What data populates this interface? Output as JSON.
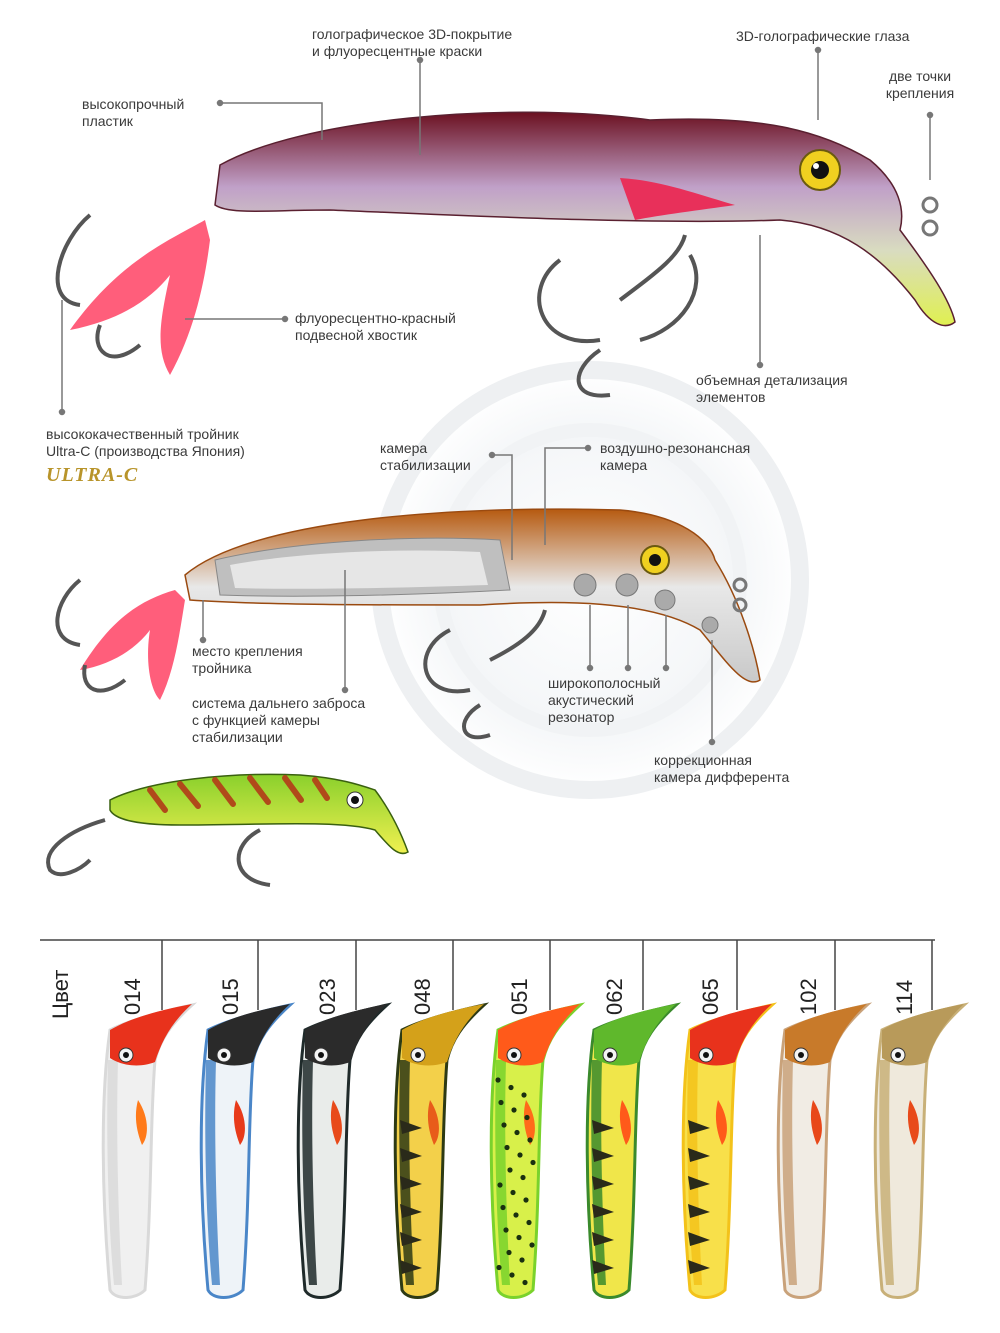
{
  "labels": {
    "holo_coat": "голографическое  3D-покрытие\nи флуоресцентные краски",
    "holo_eyes": "3D-голографические глаза",
    "two_points": "две точки\nкрепления",
    "strong_plastic": "высокопрочный\nпластик",
    "red_tail": "флуоресцентно-красный\nподвесной хвостик",
    "detail": "объемная детализация\nэлементов",
    "treble_hook": "высококачественный тройник\nUltra-C (производства Япония)",
    "stab_chamber": "камера\nстабилизации",
    "air_chamber": "воздушно-резонансная\nкамера",
    "hook_mount": "место крепления\nтройника",
    "long_cast": "система дальнего заброса\nс функцией камеры\nстабилизации",
    "resonator": "широкополосный\nакустический\nрезонатор",
    "trim_chamber": "коррекционная\nкамера дифферента"
  },
  "logo_text": "ULTRA-C",
  "color_title": "Цвет",
  "color_codes": [
    "014",
    "015",
    "023",
    "048",
    "051",
    "062",
    "065",
    "102",
    "114"
  ],
  "swatches": [
    {
      "code": "014",
      "head": "#e8321c",
      "back": "#d9d9d9",
      "belly": "#f0f0f0",
      "accent": "#ff7a1a",
      "pattern": "none"
    },
    {
      "code": "015",
      "head": "#2a2a2a",
      "back": "#4a86c8",
      "belly": "#eef3f8",
      "accent": "#e83a1a",
      "pattern": "none"
    },
    {
      "code": "023",
      "head": "#2b2b2b",
      "back": "#1f2a2a",
      "belly": "#e9ecea",
      "accent": "#e84a1a",
      "pattern": "none"
    },
    {
      "code": "048",
      "head": "#d4a11a",
      "back": "#2d3a14",
      "belly": "#f3d04a",
      "accent": "#e85c1a",
      "pattern": "bars"
    },
    {
      "code": "051",
      "head": "#ff5a1a",
      "back": "#7ad22c",
      "belly": "#d8f04a",
      "accent": "#ff6a1a",
      "pattern": "dots"
    },
    {
      "code": "062",
      "head": "#5fb82c",
      "back": "#3a8a2c",
      "belly": "#f0e64a",
      "accent": "#ff5a1a",
      "pattern": "bars"
    },
    {
      "code": "065",
      "head": "#e8321c",
      "back": "#f3c21a",
      "belly": "#f8e04a",
      "accent": "#ff5a1a",
      "pattern": "bars"
    },
    {
      "code": "102",
      "head": "#c87a2a",
      "back": "#c9a27a",
      "belly": "#f1ece4",
      "accent": "#e8481a",
      "pattern": "none"
    },
    {
      "code": "114",
      "head": "#b89a5a",
      "back": "#c8b078",
      "belly": "#efe9dc",
      "accent": "#e84a1a",
      "pattern": "none"
    }
  ],
  "colors": {
    "label": "#3a3a3a",
    "leader": "#777777",
    "tail": "#ff4d6d",
    "hook": "#555555"
  }
}
